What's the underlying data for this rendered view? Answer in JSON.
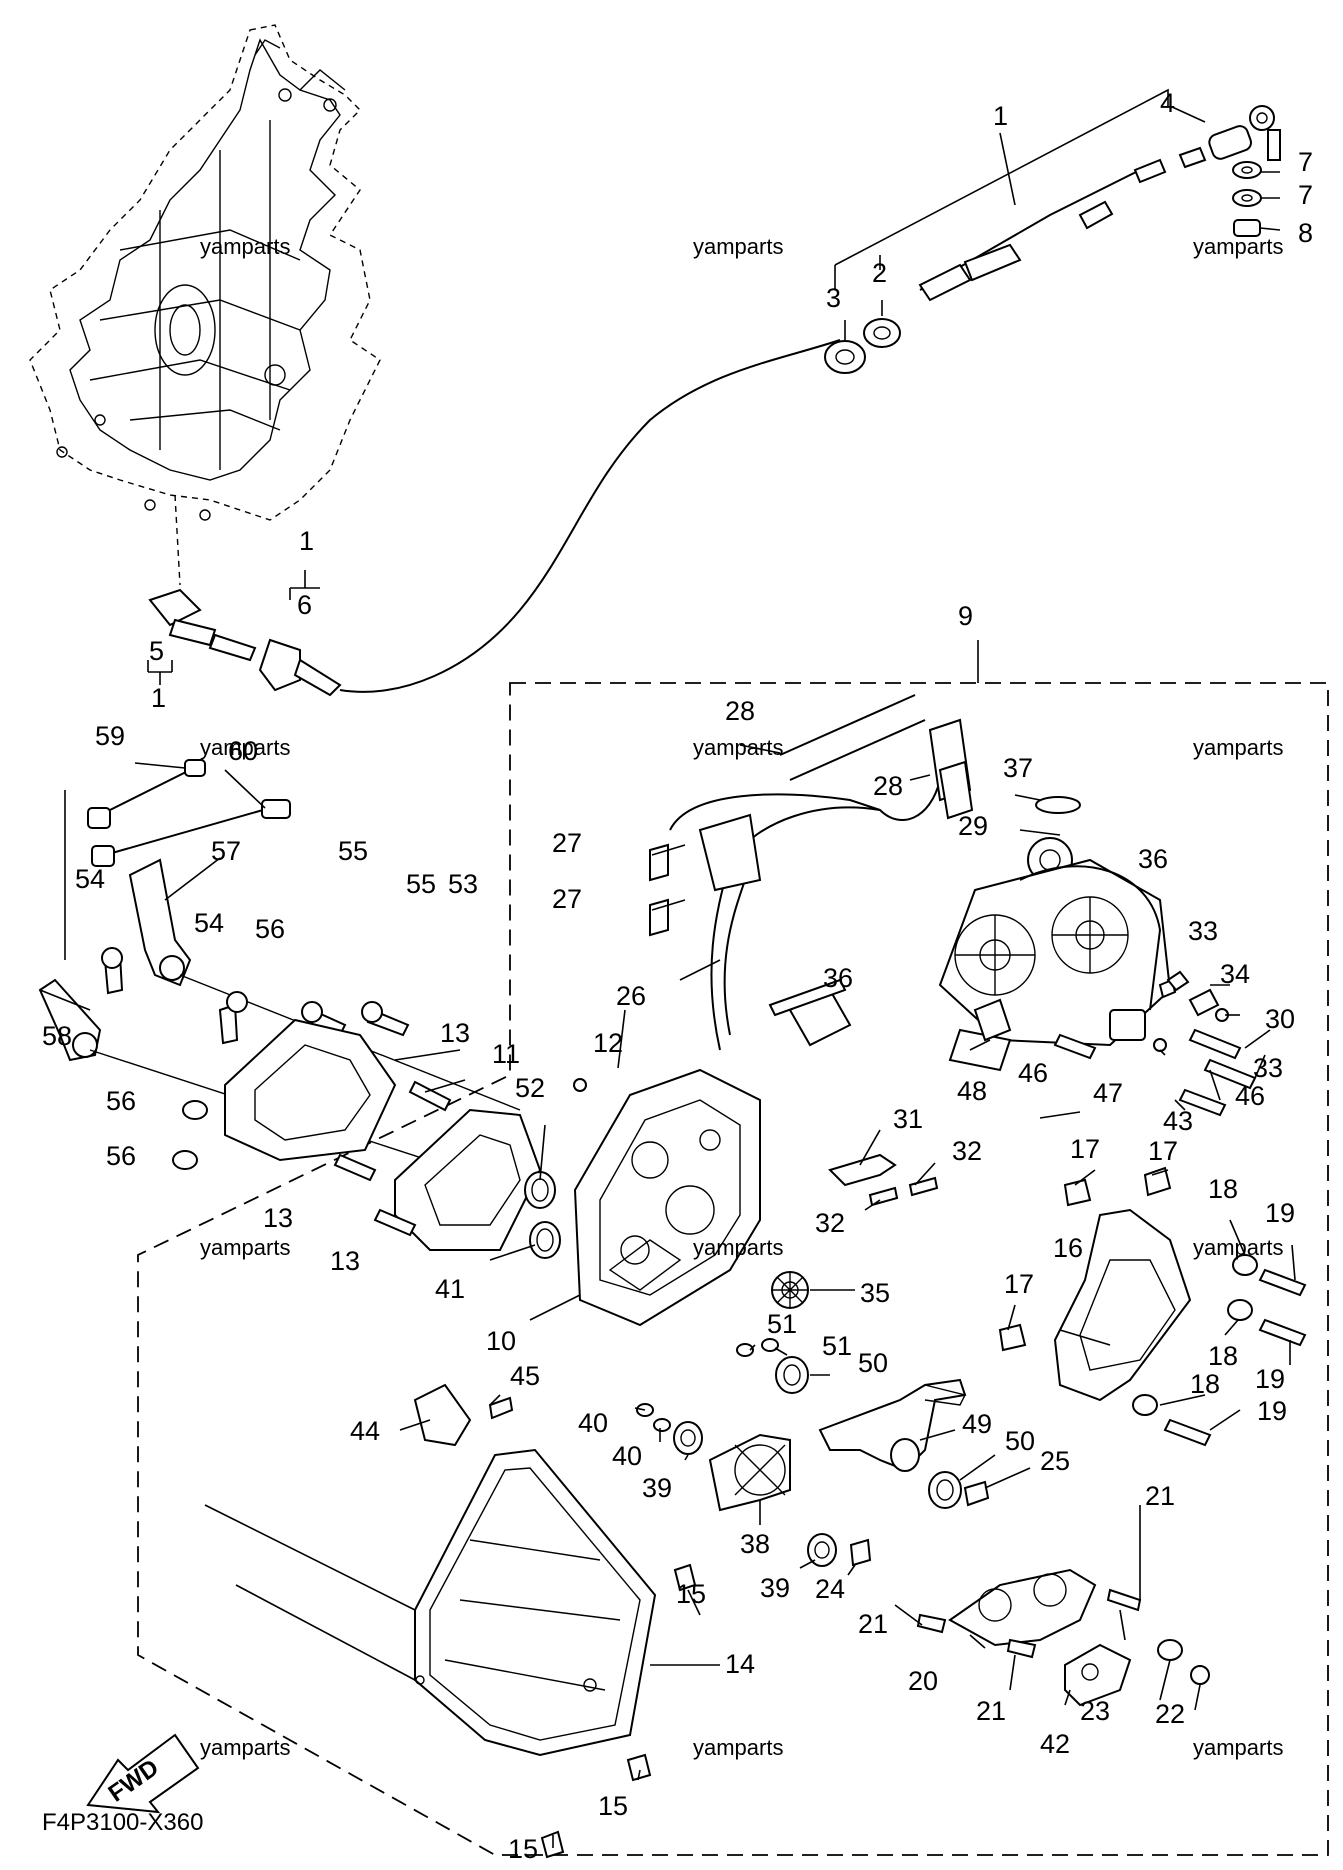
{
  "diagram_code": "F4P3100-X360",
  "fwd_label": "FWD",
  "watermark": "yamparts",
  "callouts": [
    "1",
    "2",
    "3",
    "4",
    "5",
    "6",
    "7",
    "8",
    "9",
    "10",
    "11",
    "12",
    "13",
    "14",
    "15",
    "16",
    "17",
    "18",
    "19",
    "20",
    "21",
    "22",
    "23",
    "24",
    "25",
    "26",
    "27",
    "28",
    "29",
    "30",
    "31",
    "32",
    "33",
    "34",
    "35",
    "36",
    "37",
    "38",
    "39",
    "40",
    "41",
    "42",
    "43",
    "44",
    "45",
    "46",
    "47",
    "48",
    "49",
    "50",
    "51",
    "52",
    "53",
    "54",
    "55",
    "56",
    "57",
    "58",
    "59",
    "60"
  ]
}
